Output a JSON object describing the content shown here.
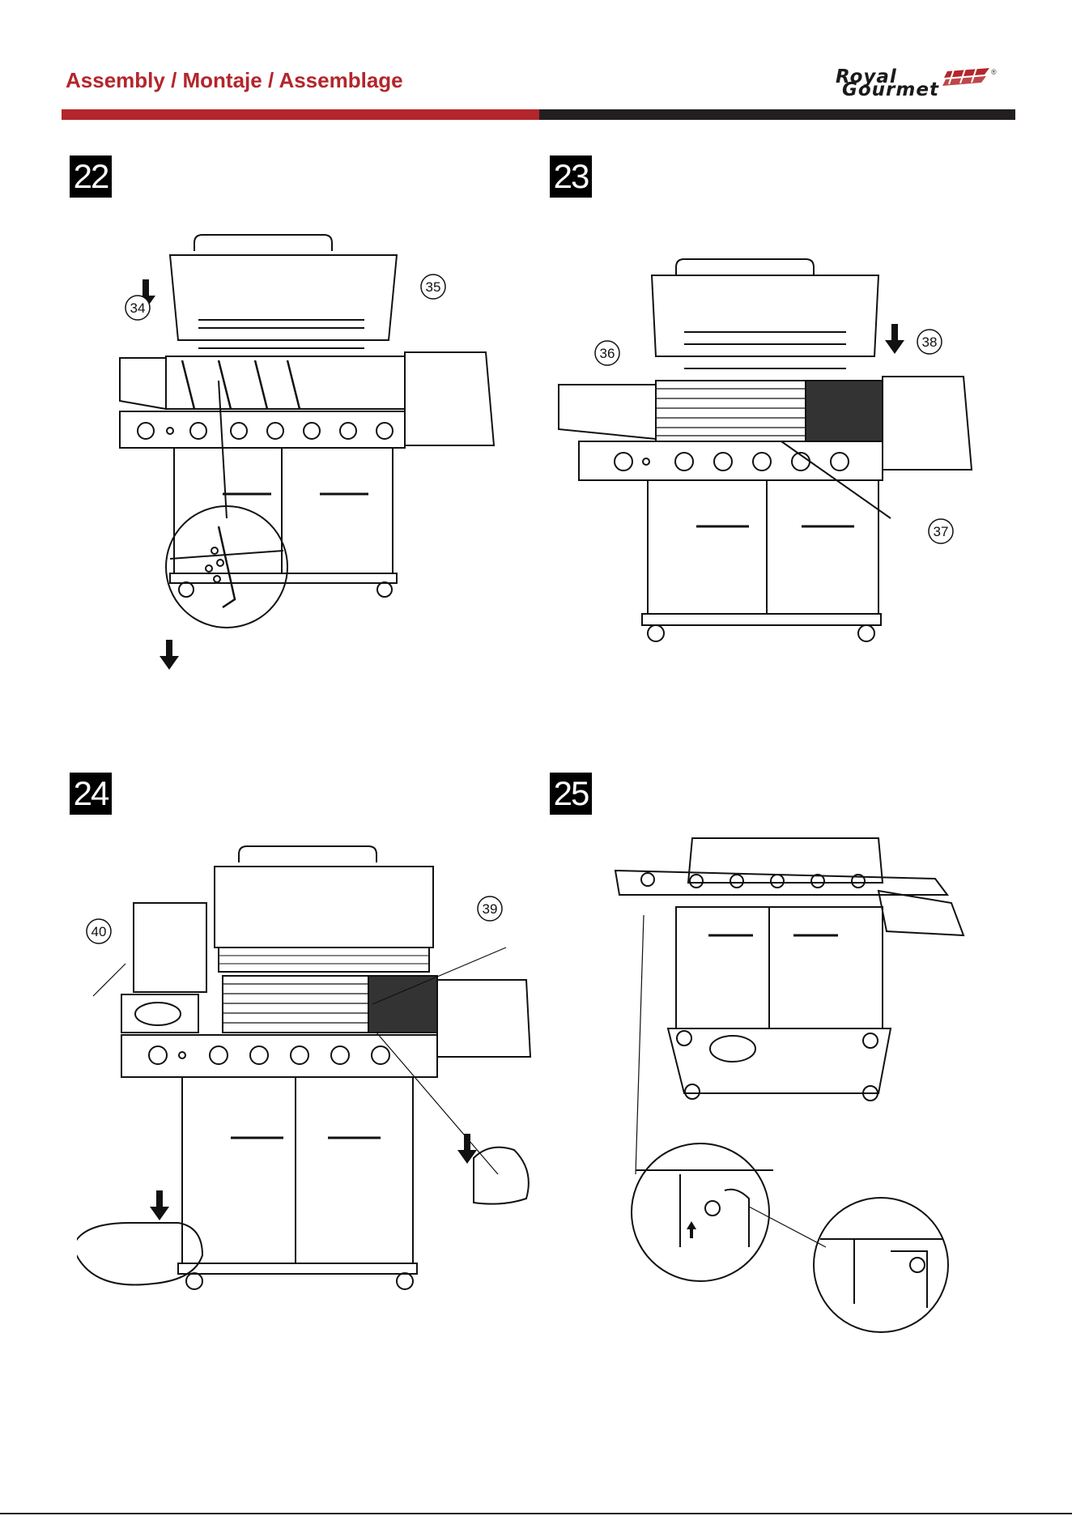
{
  "header": {
    "title": "Assembly / Montaje / Assemblage",
    "logo_line1": "Royal",
    "logo_line2": "Gourmet",
    "logo_reg": "®",
    "colors": {
      "accent_red": "#b3262c",
      "dark_bar": "#231f20"
    }
  },
  "steps": [
    {
      "number": "22",
      "callouts": [
        "34",
        "35"
      ]
    },
    {
      "number": "23",
      "callouts": [
        "36",
        "37",
        "38"
      ]
    },
    {
      "number": "24",
      "callouts": [
        "40",
        "39"
      ]
    },
    {
      "number": "25",
      "callouts": []
    }
  ]
}
